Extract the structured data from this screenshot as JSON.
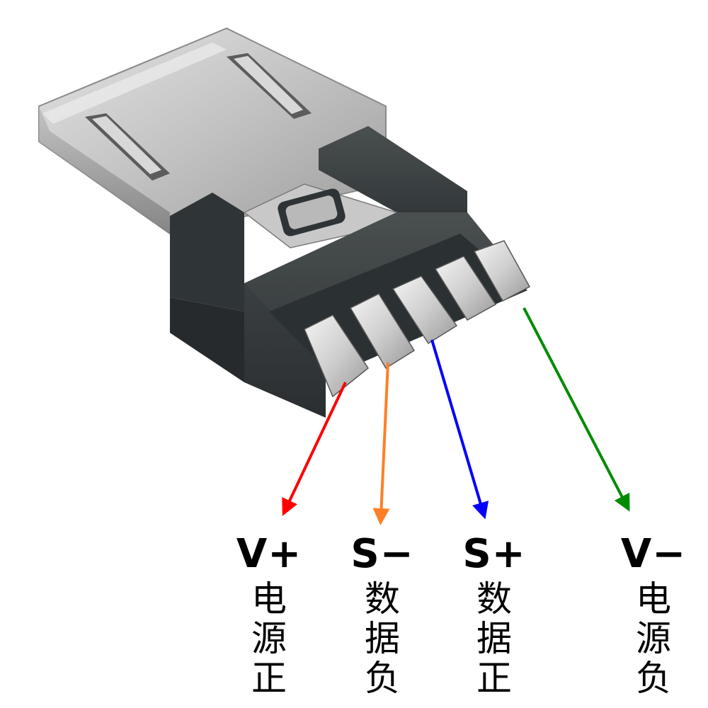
{
  "pins": [
    {
      "code": "V+",
      "chars": [
        "电",
        "源",
        "正"
      ],
      "color": "#ff0000"
    },
    {
      "code": "S−",
      "chars": [
        "数",
        "据",
        "负"
      ],
      "color": "#ff7f27"
    },
    {
      "code": "S+",
      "chars": [
        "数",
        "据",
        "正"
      ],
      "color": "#0000ff"
    },
    {
      "code": "V−",
      "chars": [
        "电",
        "源",
        "负"
      ],
      "color": "#008c00"
    }
  ]
}
